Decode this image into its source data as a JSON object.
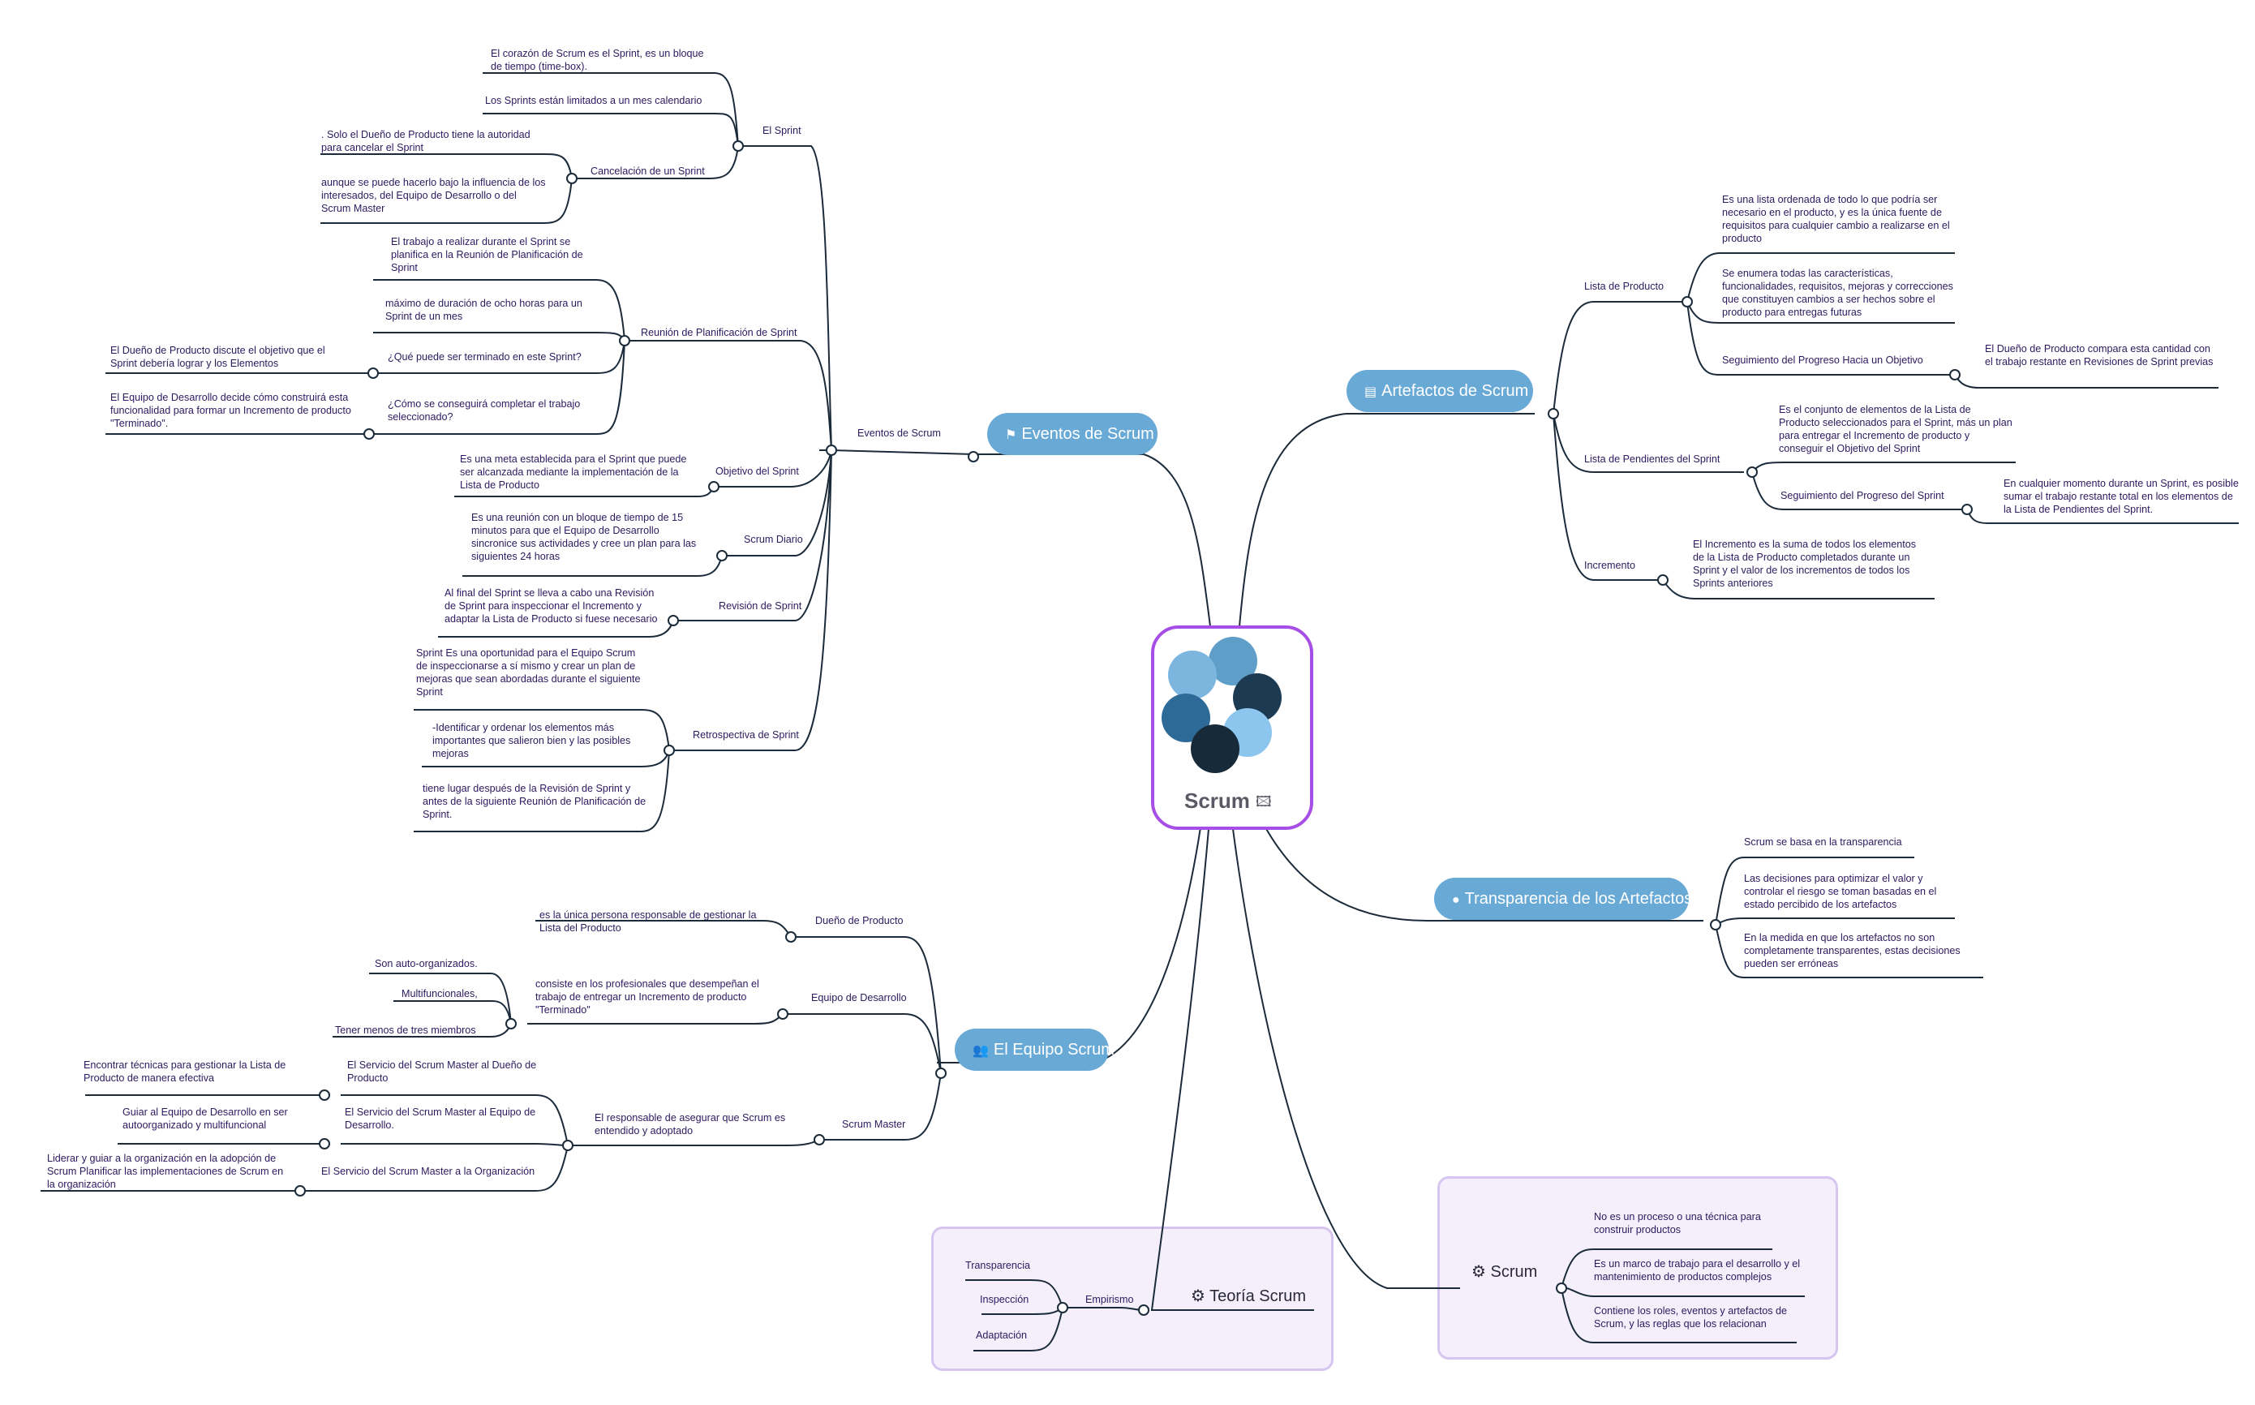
{
  "central": {
    "title": "Scrum"
  },
  "eventos": {
    "title": "Eventos de Scrum",
    "hub": "Eventos de Scrum",
    "sprint": "El Sprint",
    "sprint_items": [
      "El corazón de Scrum es el Sprint, es un bloque de tiempo (time-box).",
      "Los Sprints están limitados a un mes calendario"
    ],
    "cancel": "Cancelación de un Sprint",
    "cancel_items": [
      ". Solo el Dueño de Producto tiene la autoridad para cancelar el Sprint",
      "aunque se puede hacerlo bajo la influencia de los interesados, del Equipo de Desarrollo o del Scrum Master"
    ],
    "planning": "Reunión de Planificación de Sprint",
    "planning_items": [
      "El trabajo a realizar durante el Sprint se planifica en la Reunión de Planificación de Sprint",
      "máximo de duración de ocho horas para un Sprint de un mes",
      "¿Qué puede ser terminado en este Sprint?",
      "¿Cómo se conseguirá completar el trabajo seleccionado?"
    ],
    "planning_q1_detail": "El Dueño de Producto discute el objetivo que el Sprint debería lograr y los Elementos",
    "planning_q2_detail": "El Equipo de Desarrollo decide cómo construirá esta funcionalidad para formar un Incremento de producto \"Terminado\".",
    "goal": "Objetivo del Sprint",
    "goal_detail": "Es una meta establecida para el Sprint que puede ser alcanzada mediante la implementación de la Lista de Producto",
    "daily": "Scrum Diario",
    "daily_detail": "Es una reunión con un bloque de tiempo de 15 minutos para que el Equipo de Desarrollo sincronice sus actividades y cree un plan para las siguientes 24 horas",
    "review": "Revisión de Sprint",
    "review_detail": "Al final del Sprint se lleva a cabo una Revisión de Sprint para inspeccionar el Incremento y adaptar la Lista de Producto si fuese necesario",
    "retro": "Retrospectiva de Sprint",
    "retro_items": [
      "Sprint Es una oportunidad para el Equipo Scrum de inspeccionarse a sí mismo y crear un plan de mejoras que sean abordadas durante el siguiente Sprint",
      "-Identificar y ordenar los elementos más importantes que salieron bien y las posibles mejoras",
      "tiene lugar después de la Revisión de Sprint y antes de la siguiente Reunión de Planificación de Sprint."
    ]
  },
  "artefactos": {
    "title": "Artefactos de Scrum",
    "product_backlog": "Lista de Producto",
    "pb_items": [
      "Es una lista ordenada de todo lo que podría ser necesario en el producto, y es la única fuente de requisitos para cualquier cambio a realizarse en el producto",
      "Se enumera todas las características, funcionalidades, requisitos, mejoras y correcciones que constituyen cambios a ser hechos sobre el producto para entregas futuras",
      "Seguimiento del Progreso Hacia un Objetivo"
    ],
    "pb_tracking_detail": "El Dueño de Producto compara esta cantidad con el trabajo restante en Revisiones de Sprint previas",
    "sprint_backlog": "Lista de Pendientes del Sprint",
    "sb_items": [
      "Es el conjunto de elementos de la Lista de Producto seleccionados para el Sprint, más un plan para entregar el Incremento de producto y conseguir el Objetivo del Sprint",
      "Seguimiento del Progreso del Sprint"
    ],
    "sb_tracking_detail": "En cualquier momento durante un Sprint, es posible sumar el trabajo restante total en los elementos de la Lista de Pendientes del Sprint.",
    "increment": "Incremento",
    "increment_detail": "El Incremento es la suma de todos los elementos de la Lista de Producto completados durante un Sprint y el valor de los incrementos de todos los Sprints anteriores"
  },
  "transparencia": {
    "title": "Transparencia de los Artefactos",
    "items": [
      "Scrum se basa en la transparencia",
      "Las decisiones para optimizar el valor y controlar el riesgo se toman basadas en el estado percibido de los artefactos",
      "En la medida en que los artefactos no son completamente transparentes, estas decisiones pueden ser erróneas"
    ]
  },
  "equipo": {
    "title": "El Equipo Scrum",
    "po": "Dueño de Producto",
    "po_detail": "es la única persona responsable de gestionar la Lista del Producto",
    "dev": "Equipo de Desarrollo",
    "dev_detail": "consiste en los profesionales que desempeñan el trabajo de entregar un Incremento de producto \"Terminado\"",
    "dev_traits": [
      "Son auto-organizados.",
      "Multifuncionales,",
      "Tener menos de tres miembros"
    ],
    "sm": "Scrum Master",
    "sm_detail": "El responsable de asegurar que Scrum es entendido y adoptado",
    "sm_services": [
      "El Servicio del Scrum Master al Dueño de Producto",
      "El Servicio del Scrum Master al Equipo de Desarrollo.",
      "El Servicio del Scrum Master a la Organización"
    ],
    "sm_service_details": [
      "Encontrar técnicas para gestionar la Lista de Producto de manera efectiva",
      "Guiar al Equipo de Desarrollo en ser autoorganizado y multifuncional",
      "Liderar y guiar a la organización en la adopción de Scrum  Planificar las implementaciones de Scrum en la organización"
    ]
  },
  "teoria": {
    "title": "Teoría Scrum",
    "empirismo": "Empirismo",
    "pillars": [
      "Transparencia",
      "Inspección",
      "Adaptación"
    ]
  },
  "scrum_def": {
    "title": "Scrum",
    "items": [
      "No es un proceso o una técnica para construir productos",
      "Es un marco de trabajo para el desarrollo y el mantenimiento de productos complejos",
      "Contiene los roles, eventos y artefactos de Scrum, y las reglas que los relacionan"
    ]
  },
  "colors": {
    "branch": "#1b2b3a",
    "pill": "#69a9d6",
    "frame_border": "#d6c5f0",
    "frame_fill": "#f4effb",
    "center_border": "#a64ee6",
    "text": "#2c1a5f"
  },
  "icons": {
    "eventos": "flag-icon",
    "artefactos": "document-icon",
    "transparencia": "circle-icon",
    "equipo": "people-icon",
    "teoria": "gear-icon",
    "scrum_def": "gear-icon",
    "central": "image-icon"
  }
}
